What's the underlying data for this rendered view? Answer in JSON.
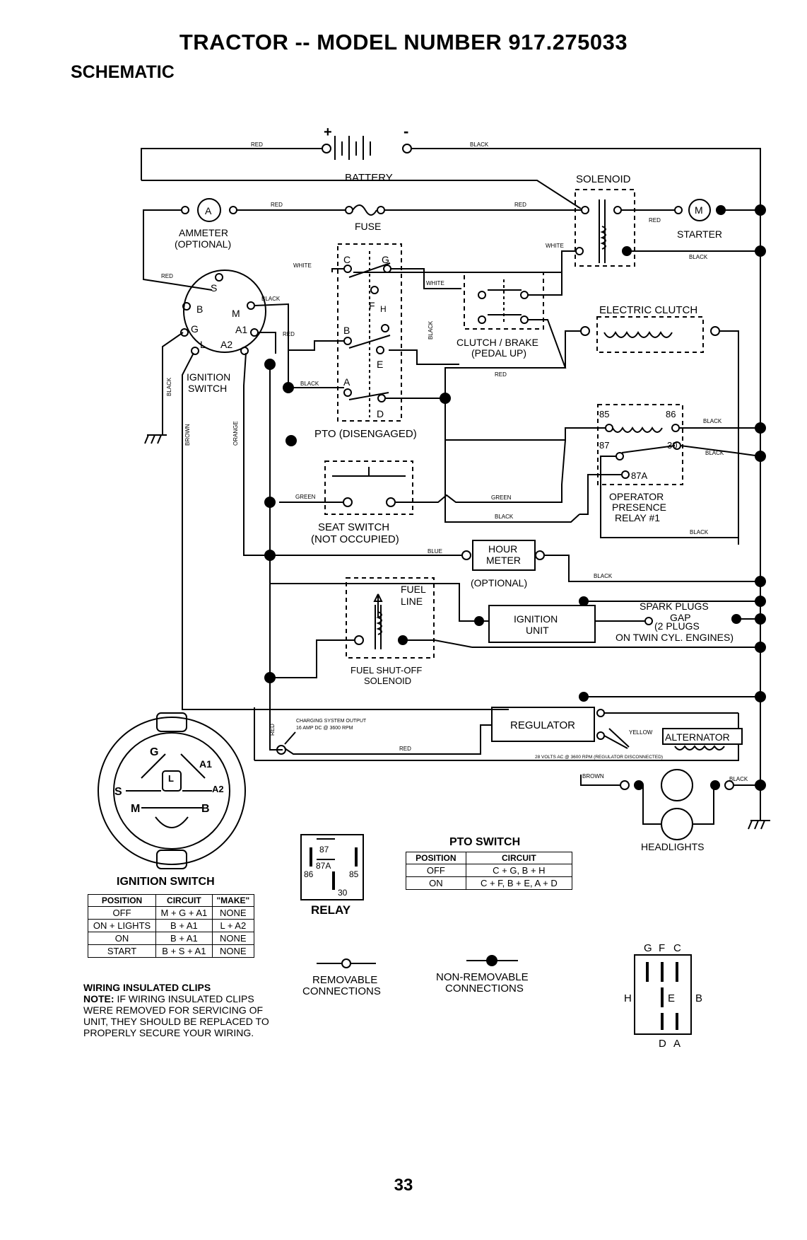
{
  "header": {
    "title": "TRACTOR -- MODEL NUMBER 917.275033",
    "subtitle": "SCHEMATIC"
  },
  "components": {
    "battery": "BATTERY",
    "battery_plus": "+",
    "battery_minus": "-",
    "solenoid": "SOLENOID",
    "ammeter_symbol": "A",
    "ammeter": "AMMETER",
    "ammeter_optional": "(OPTIONAL)",
    "fuse": "FUSE",
    "starter_symbol": "M",
    "starter": "STARTER",
    "ignition_switch": [
      "IGNITION",
      "SWITCH"
    ],
    "ignition_terminals": [
      "S",
      "B",
      "M",
      "G",
      "A1",
      "L",
      "A2"
    ],
    "pto_terminals": [
      "C",
      "G",
      "F",
      "H",
      "B",
      "E",
      "A",
      "D"
    ],
    "pto_label": "PTO (DISENGAGED)",
    "clutch_brake": [
      "CLUTCH / BRAKE",
      "(PEDAL UP)"
    ],
    "electric_clutch": "ELECTRIC CLUTCH",
    "relay_terminals": [
      "85",
      "86",
      "87",
      "30",
      "87A"
    ],
    "operator_relay": [
      "OPERATOR",
      "PRESENCE",
      "RELAY #1"
    ],
    "seat_switch": [
      "SEAT SWITCH",
      "(NOT OCCUPIED)"
    ],
    "hour_meter": [
      "HOUR",
      "METER"
    ],
    "hour_meter_optional": "(OPTIONAL)",
    "fuel_line": [
      "FUEL",
      "LINE"
    ],
    "fuel_solenoid": [
      "FUEL SHUT-OFF",
      "SOLENOID"
    ],
    "ignition_unit": [
      "IGNITION",
      "UNIT"
    ],
    "spark_plugs": [
      "SPARK PLUGS",
      "GAP",
      "(2 PLUGS",
      "ON TWIN CYL. ENGINES)"
    ],
    "regulator": "REGULATOR",
    "alternator": "ALTERNATOR",
    "charging_output": [
      "CHARGING SYSTEM OUTPUT",
      "16 AMP DC @ 3600 RPM"
    ],
    "alternator_ac": "28 VOLTS AC @ 3600 RPM (REGULATOR DISCONNECTED)",
    "headlights": "HEADLIGHTS"
  },
  "wires": {
    "red": "RED",
    "black": "BLACK",
    "white": "WHITE",
    "green": "GREEN",
    "blue": "BLUE",
    "brown": "BROWN",
    "orange": "ORANGE",
    "yellow": "YELLOW"
  },
  "ignition_switch_table": {
    "title": "IGNITION SWITCH",
    "headers": [
      "POSITION",
      "CIRCUIT",
      "\"MAKE\""
    ],
    "rows": [
      [
        "OFF",
        "M + G + A1",
        "NONE"
      ],
      [
        "ON + LIGHTS",
        "B + A1",
        "L + A2"
      ],
      [
        "ON",
        "B + A1",
        "NONE"
      ],
      [
        "START",
        "B + S + A1",
        "NONE"
      ]
    ],
    "face_letters": [
      "G",
      "A1",
      "S",
      "A2",
      "M",
      "B",
      "L"
    ]
  },
  "relay_diagram": {
    "terminals": [
      "87",
      "87A",
      "86",
      "85",
      "30"
    ],
    "caption": "RELAY"
  },
  "pto_switch_table": {
    "title": "PTO SWITCH",
    "headers": [
      "POSITION",
      "CIRCUIT"
    ],
    "rows": [
      [
        "OFF",
        "C + G, B + H"
      ],
      [
        "ON",
        "C + F, B + E, A + D"
      ]
    ]
  },
  "legend": {
    "removable": [
      "REMOVABLE",
      "CONNECTIONS"
    ],
    "non_removable": [
      "NON-REMOVABLE",
      "CONNECTIONS"
    ]
  },
  "connector": {
    "top": [
      "G",
      "F",
      "C"
    ],
    "left": "H",
    "center": "E",
    "right": "B",
    "bottom": [
      "D",
      "A"
    ]
  },
  "note": {
    "heading": "WIRING INSULATED CLIPS",
    "label": "NOTE:",
    "text": "IF WIRING INSULATED CLIPS WERE REMOVED FOR SERVICING OF UNIT, THEY SHOULD BE REPLACED TO PROPERLY SECURE YOUR WIRING."
  },
  "page_number": "33"
}
